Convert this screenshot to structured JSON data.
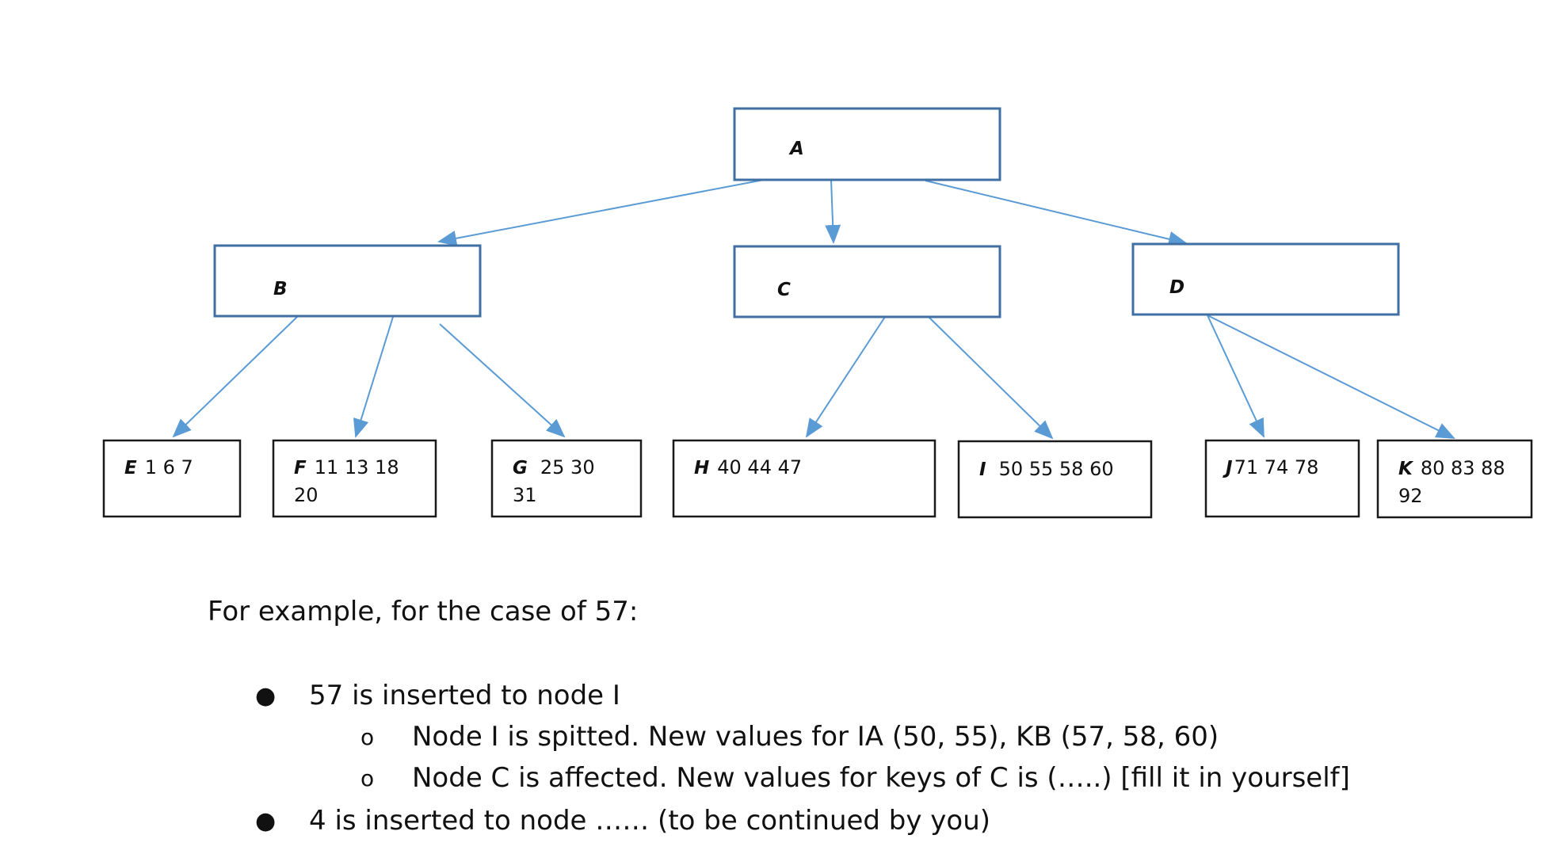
{
  "diagram": {
    "colors": {
      "internal_border": "#3f6fa3",
      "leaf_border": "#1a1a1a",
      "arrow": "#5b9bd5"
    },
    "internal_nodes": {
      "A": "A",
      "B": "B",
      "C": "C",
      "D": "D"
    },
    "leaves": {
      "E": {
        "letter": "E",
        "line1": "1 6 7",
        "line2": ""
      },
      "F": {
        "letter": "F",
        "line1": "11 13 18",
        "line2": "20"
      },
      "G": {
        "letter": "G",
        "line1": "25 30",
        "line2": "31"
      },
      "H": {
        "letter": "H",
        "line1": "40 44 47",
        "line2": ""
      },
      "I": {
        "letter": "I",
        "line1": "50 55 58 60",
        "line2": ""
      },
      "J": {
        "letter": "J",
        "line1": "71 74 78",
        "line2": ""
      },
      "K": {
        "letter": "K",
        "line1": "80 83 88",
        "line2": "92"
      }
    }
  },
  "text": {
    "intro": "For example, for the case of 57:",
    "bullet1": "57 is inserted to node I",
    "sub1": "Node I is spitted. New values for IA (50, 55), KB (57, 58, 60)",
    "sub2": "Node C is affected. New values for keys of C is (…..) [fill it in yourself]",
    "bullet2": "4 is inserted to node …… (to be continued by you)",
    "bullet_glyph": "●",
    "sub_bullet_glyph": "o"
  }
}
